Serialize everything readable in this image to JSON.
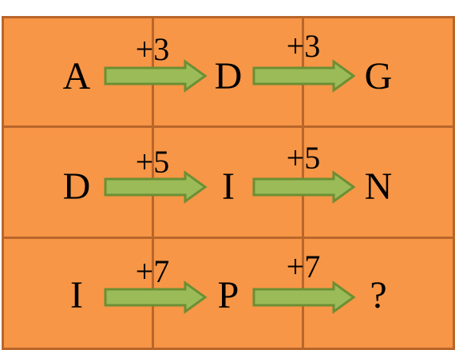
{
  "colors": {
    "cell_fill": "#f79646",
    "cell_border": "#b9662b",
    "arrow_fill": "#9bbb59",
    "arrow_stroke": "#6b8f34",
    "text": "#000000"
  },
  "rows": [
    {
      "letters": [
        "A",
        "D",
        "G"
      ],
      "steps": [
        "+3",
        "+3"
      ]
    },
    {
      "letters": [
        "D",
        "I",
        "N"
      ],
      "steps": [
        "+5",
        "+5"
      ]
    },
    {
      "letters": [
        "I",
        "P",
        "?"
      ],
      "steps": [
        "+7",
        "+7"
      ]
    }
  ]
}
